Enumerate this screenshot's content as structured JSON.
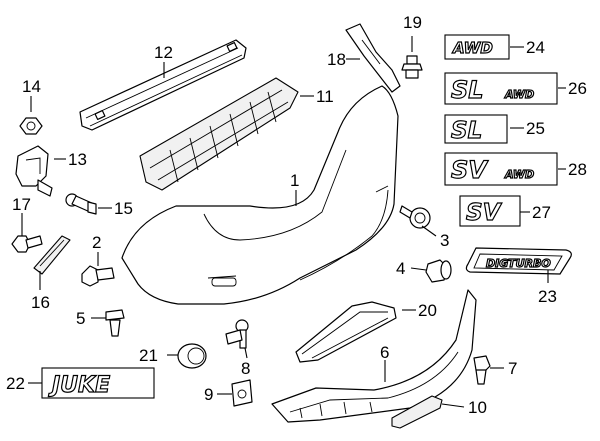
{
  "callouts": {
    "c1": "1",
    "c2": "2",
    "c3": "3",
    "c4": "4",
    "c5": "5",
    "c6": "6",
    "c7": "7",
    "c8": "8",
    "c9": "9",
    "c10": "10",
    "c11": "11",
    "c12": "12",
    "c13": "13",
    "c14": "14",
    "c15": "15",
    "c16": "16",
    "c17": "17",
    "c18": "18",
    "c19": "19",
    "c20": "20",
    "c21": "21",
    "c22": "22",
    "c23": "23",
    "c24": "24",
    "c25": "25",
    "c26": "26",
    "c27": "27",
    "c28": "28"
  },
  "badges": {
    "awd": "AWD",
    "sl_awd_main": "SL",
    "sl_awd_sub": "AWD",
    "sl": "SL",
    "sv_awd_main": "SV",
    "sv_awd_sub": "AWD",
    "sv": "SV",
    "digturbo": "DIGTURBO",
    "juke": "JUKE"
  }
}
